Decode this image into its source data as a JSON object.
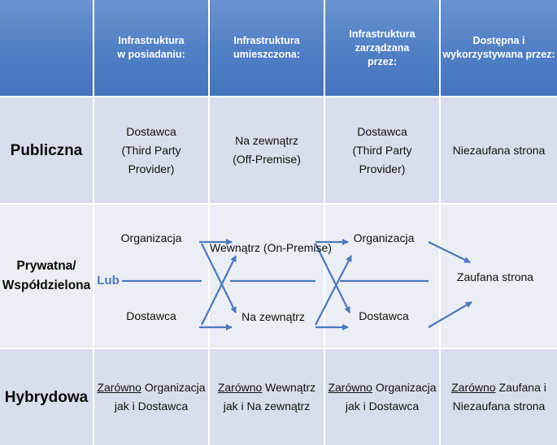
{
  "headers": {
    "owned": "Infrastruktura\nw posiadaniu:",
    "located": "Infrastruktura\numieszczona:",
    "managed": "Infrastruktura\nzarządzana\nprzez:",
    "available": "Dostępna i\nwykorzystywana przez:"
  },
  "rows": {
    "public": {
      "label": "Publiczna",
      "owned": "Dostawca\n(Third Party\nProvider)",
      "located": "Na zewnątrz\n(Off-Premise)",
      "managed": "Dostawca\n(Third Party\nProvider)",
      "available": "Niezaufana strona"
    },
    "private": {
      "label": "Prywatna/\nWspółdzielona",
      "lub": "Lub",
      "owned_top": "Organizacja",
      "owned_bottom": "Dostawca",
      "located_top": "Wewnątrz\n(On-Premise)",
      "located_bottom": "Na zewnątrz",
      "managed_top": "Organizacja",
      "managed_bottom": "Dostawca",
      "available": "Zaufana strona"
    },
    "hybrid": {
      "label": "Hybrydowa",
      "both": "Zarówno",
      "owned_rest": " Organizacja",
      "owned_line2": "jak i  Dostawca",
      "located_rest": " Wewnątrz",
      "located_line2": "jak i Na zewnątrz",
      "managed_rest": " Organizacja",
      "managed_line2": "jak i  Dostawca",
      "available_rest": " Zaufana i",
      "available_line2": "Niezaufana strona"
    }
  },
  "colors": {
    "header_blue": "#4f7fc4",
    "cell_dark": "#d9deec",
    "cell_light": "#eceef5",
    "arrow_blue": "#4a78bd"
  }
}
